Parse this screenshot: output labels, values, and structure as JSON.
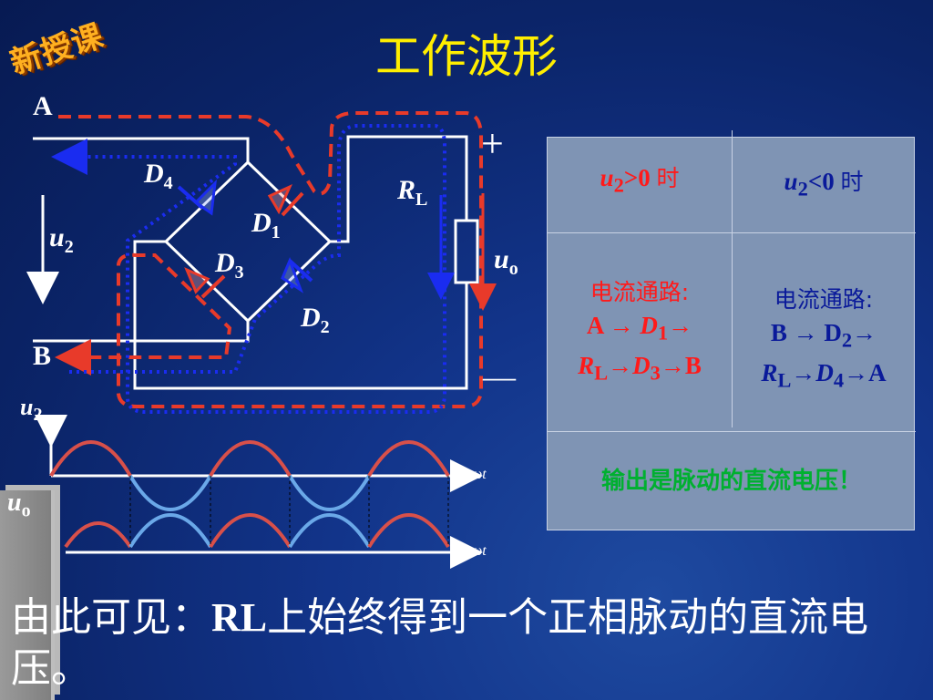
{
  "badge": "新授课",
  "title": "工作波形",
  "circuit": {
    "node_a": "A",
    "node_b": "B",
    "plus": "+",
    "minus": "—",
    "u2": {
      "main": "u",
      "sub": "2"
    },
    "uo": {
      "main": "u",
      "sub": "o"
    },
    "rl": {
      "main": "R",
      "sub": "L"
    },
    "d1": {
      "main": "D",
      "sub": "1"
    },
    "d2": {
      "main": "D",
      "sub": "2"
    },
    "d3": {
      "main": "D",
      "sub": "3"
    },
    "d4": {
      "main": "D",
      "sub": "4"
    }
  },
  "waveforms": {
    "u2_axis": {
      "main": "u",
      "sub": "2"
    },
    "uo_axis": {
      "main": "u",
      "sub": "o"
    },
    "x_label": "ωt"
  },
  "table": {
    "col1_header": {
      "u": "u",
      "sub": "2",
      "rest": ">0 ",
      "cn": "时"
    },
    "col2_header": {
      "u": "u",
      "sub": "2",
      "rest": "<0 ",
      "cn": "时"
    },
    "col1_path_title": "电流通路:",
    "col1_path_line1": {
      "a": "A → ",
      "d": "D",
      "dsub": "1",
      "arrow": "→"
    },
    "col1_path_line2": {
      "r": "R",
      "rsub": "L",
      "arrow1": "→",
      "d": "D",
      "dsub": "3",
      "end": "→B"
    },
    "col2_path_title": "电流通路:",
    "col2_path_line1": {
      "a": "B → D",
      "dsub": "2",
      "arrow": "→"
    },
    "col2_path_line2": {
      "r": "R",
      "rsub": "L",
      "arrow1": "→",
      "d": "D",
      "dsub": "4",
      "end": "→A"
    },
    "conclusion": "输出是脉动的直流电压！"
  },
  "footer": {
    "pre": "由此可见：",
    "rl": "RL",
    "post": "上始终得到一个正相脉动的直流电压。"
  },
  "colors": {
    "title": "#ffee00",
    "badge": "#ffb020",
    "wire": "#ffffff",
    "path_red": "#e83a2a",
    "path_blue": "#1a2cf0",
    "wave_red": "#d8504a",
    "wave_blue": "#6aa8e8"
  }
}
